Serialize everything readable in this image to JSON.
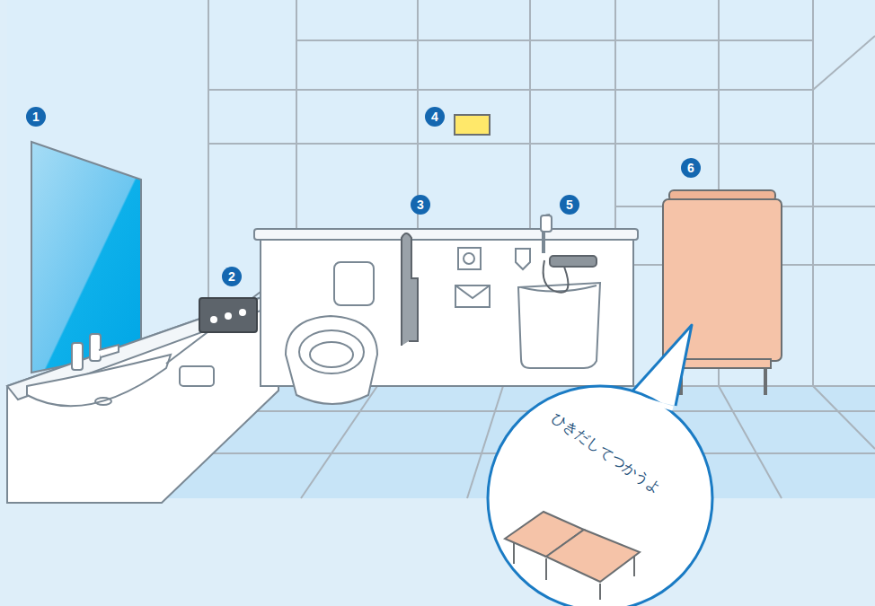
{
  "diagram": {
    "nodes": [
      {
        "text": [
          "ひきだしてつかうよ"
        ]
      }
    ],
    "labels": [
      "1",
      "2",
      "3",
      "4",
      "5",
      "6"
    ]
  }
}
